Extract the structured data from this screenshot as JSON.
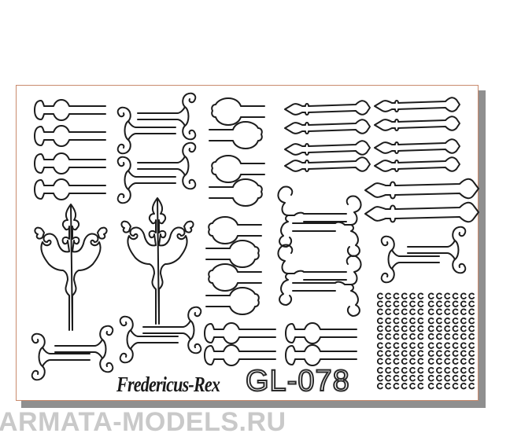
{
  "product": {
    "brand_title": "Fredericus-Rex",
    "part_code": "GL-078",
    "watermark": "ARMATA-MODELS.RU"
  },
  "colors": {
    "sheet_border": "#c98a6c",
    "sheet_shadow": "#8f8f8f",
    "line_art": "#1c1c1c",
    "watermark": "#c9c9c9"
  },
  "sheet": {
    "description": "Photo-etched brass fret of ornamental handles, hinges and rivet rings",
    "groups": [
      {
        "name": "bulb-handles-left",
        "count": 4
      },
      {
        "name": "scroll-hinges-left",
        "count": 4
      },
      {
        "name": "candelabra-ornaments",
        "count": 2
      },
      {
        "name": "ball-handles-center",
        "count": 8
      },
      {
        "name": "baroque-hinges-center",
        "count": 4
      },
      {
        "name": "spear-straps-small",
        "count": 8
      },
      {
        "name": "spear-straps-large",
        "count": 2
      },
      {
        "name": "scroll-hinge-right",
        "count": 1
      },
      {
        "name": "bulb-handles-bottom",
        "count": 4
      },
      {
        "name": "rivet-rings",
        "rows": 12,
        "columns": 12
      }
    ]
  }
}
